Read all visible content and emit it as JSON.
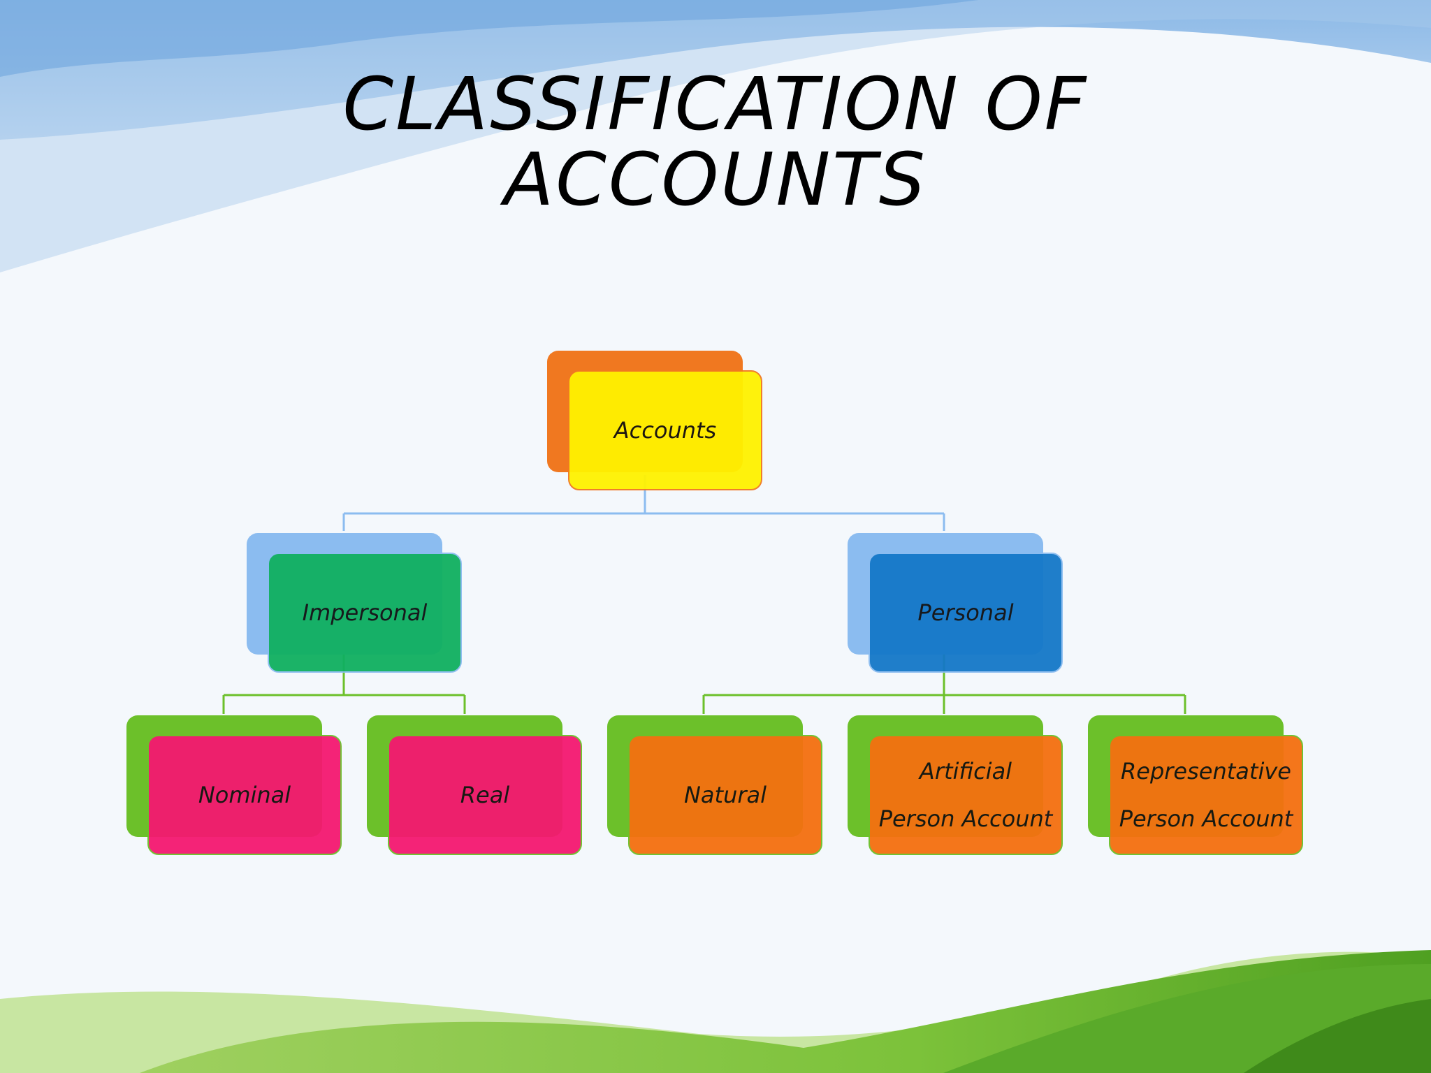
{
  "slide": {
    "title_line1": "CLASSIFICATION OF",
    "title_line2": "ACCOUNTS"
  },
  "colors": {
    "accounts_back": "#f07820",
    "accounts_front": "#fff200",
    "accounts_border": "#f07820",
    "tier2_back": "#8bbcf0",
    "impersonal_front": "#10b060",
    "personal_front": "#1478c8",
    "tier2_border": "#8bbcf0",
    "tier3_back": "#6cc02a",
    "nominal_real_front": "#f41870",
    "natural_artificial_rep_front": "#f47010",
    "tier3_border": "#6cc02a",
    "line_top": "#8bbcf0",
    "line_bottom": "#6cc02a"
  },
  "diagram": {
    "accounts": {
      "label": "Accounts"
    },
    "impersonal": {
      "label": "Impersonal"
    },
    "personal": {
      "label": "Personal"
    },
    "nominal": {
      "label": "Nominal"
    },
    "real": {
      "label": "Real"
    },
    "natural": {
      "label": "Natural"
    },
    "artificial": {
      "line1": "Artificial",
      "line2": "Person Account"
    },
    "representative": {
      "line1": "Representative",
      "line2": "Person Account"
    }
  }
}
